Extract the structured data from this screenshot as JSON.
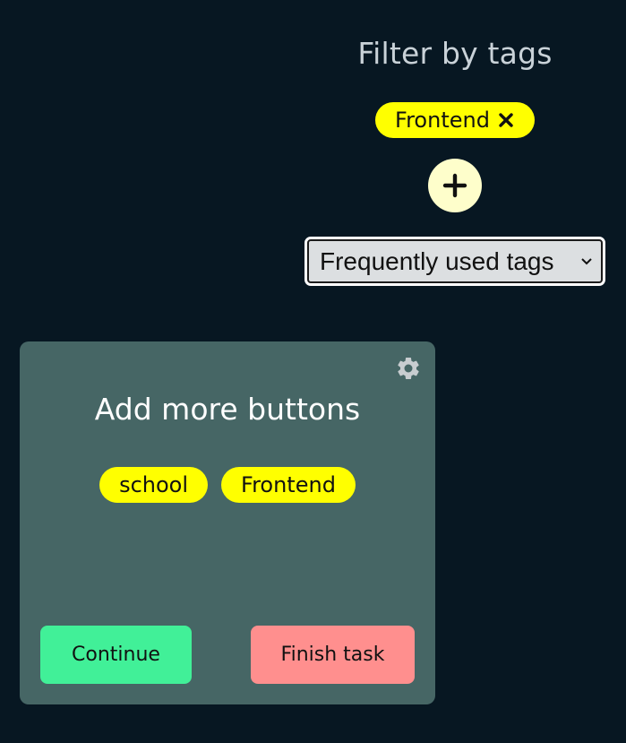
{
  "filter": {
    "title": "Filter by tags",
    "active_tags": [
      {
        "label": "Frontend",
        "remove_icon": "close-icon"
      }
    ],
    "add_button_icon": "plus-icon",
    "select": {
      "selected": "Frequently used tags",
      "icon": "chevron-down-icon"
    }
  },
  "task": {
    "title": "Add more buttons",
    "settings_icon": "gear-icon",
    "tags": [
      "school",
      "Frontend"
    ],
    "continue_label": "Continue",
    "finish_label": "Finish task"
  },
  "colors": {
    "background": "#071722",
    "card": "#466665",
    "tag": "#ffff00",
    "add_button": "#fefecb",
    "continue": "#41f098",
    "finish": "#ff8f8e"
  }
}
